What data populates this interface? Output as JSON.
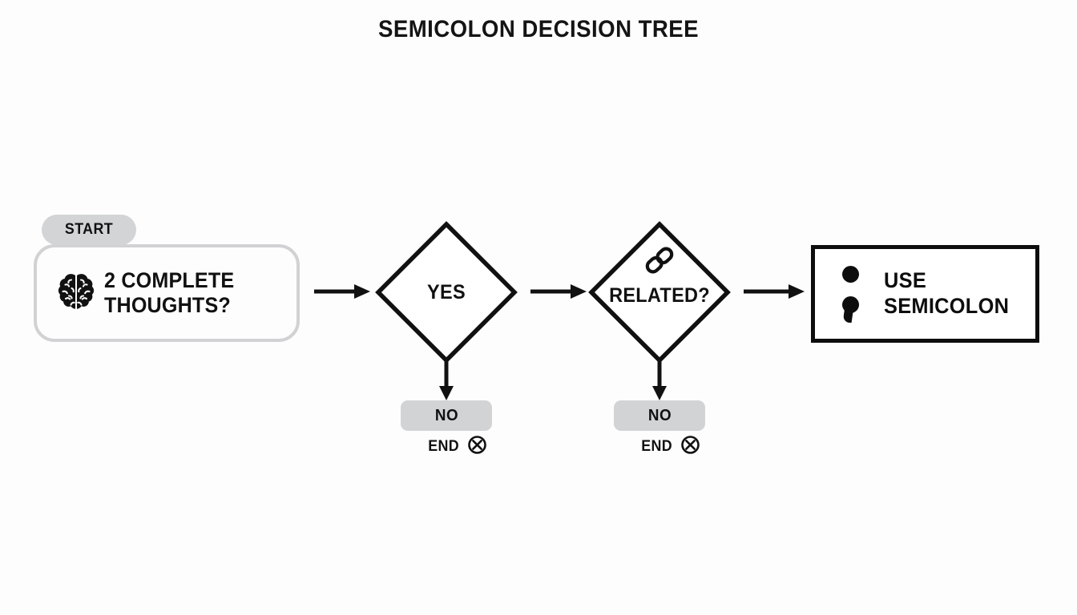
{
  "page": {
    "title": "SEMICOLON DECISION TREE",
    "background_color": "#fdfdfd",
    "ink_color": "#111111",
    "muted_color": "#d2d3d5",
    "border_color": "#d2d2d4"
  },
  "start": {
    "badge_label": "START",
    "icon": "brain-icon",
    "question": "2 COMPLETE\nTHOUGHTS?"
  },
  "decisions": [
    {
      "id": "yes",
      "label": "YES",
      "icon": null
    },
    {
      "id": "related",
      "label": "RELATED?",
      "icon": "link-icon"
    }
  ],
  "branches": [
    {
      "id": "branch-1",
      "no_label": "NO",
      "end_label": "END",
      "end_icon": "circle-x-icon"
    },
    {
      "id": "branch-2",
      "no_label": "NO",
      "end_label": "END",
      "end_icon": "circle-x-icon"
    }
  ],
  "result": {
    "icon": "semicolon-glyph",
    "label": "USE\nSEMICOLON"
  },
  "connectors": [
    {
      "id": "start-to-yes",
      "direction": "right"
    },
    {
      "id": "yes-to-related",
      "direction": "right"
    },
    {
      "id": "related-to-result",
      "direction": "right"
    },
    {
      "id": "yes-to-no",
      "direction": "down"
    },
    {
      "id": "related-to-no",
      "direction": "down"
    }
  ]
}
